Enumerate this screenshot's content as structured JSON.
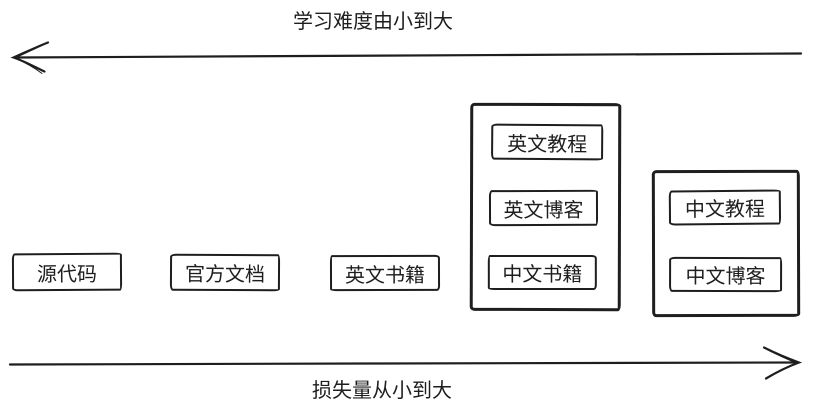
{
  "diagram": {
    "top_arrow": {
      "label": "学习难度由小到大",
      "direction": "left"
    },
    "bottom_arrow": {
      "label": "损失量从小到大",
      "direction": "right"
    },
    "boxes": [
      {
        "label": "源代码"
      },
      {
        "label": "官方文档"
      },
      {
        "label": "英文书籍"
      }
    ],
    "groups": [
      {
        "items": [
          {
            "label": "英文教程"
          },
          {
            "label": "英文博客"
          },
          {
            "label": "中文书籍"
          }
        ]
      },
      {
        "items": [
          {
            "label": "中文教程"
          },
          {
            "label": "中文博客"
          }
        ]
      }
    ],
    "colors": {
      "stroke": "#1e1e1e",
      "background": "#ffffff"
    }
  }
}
